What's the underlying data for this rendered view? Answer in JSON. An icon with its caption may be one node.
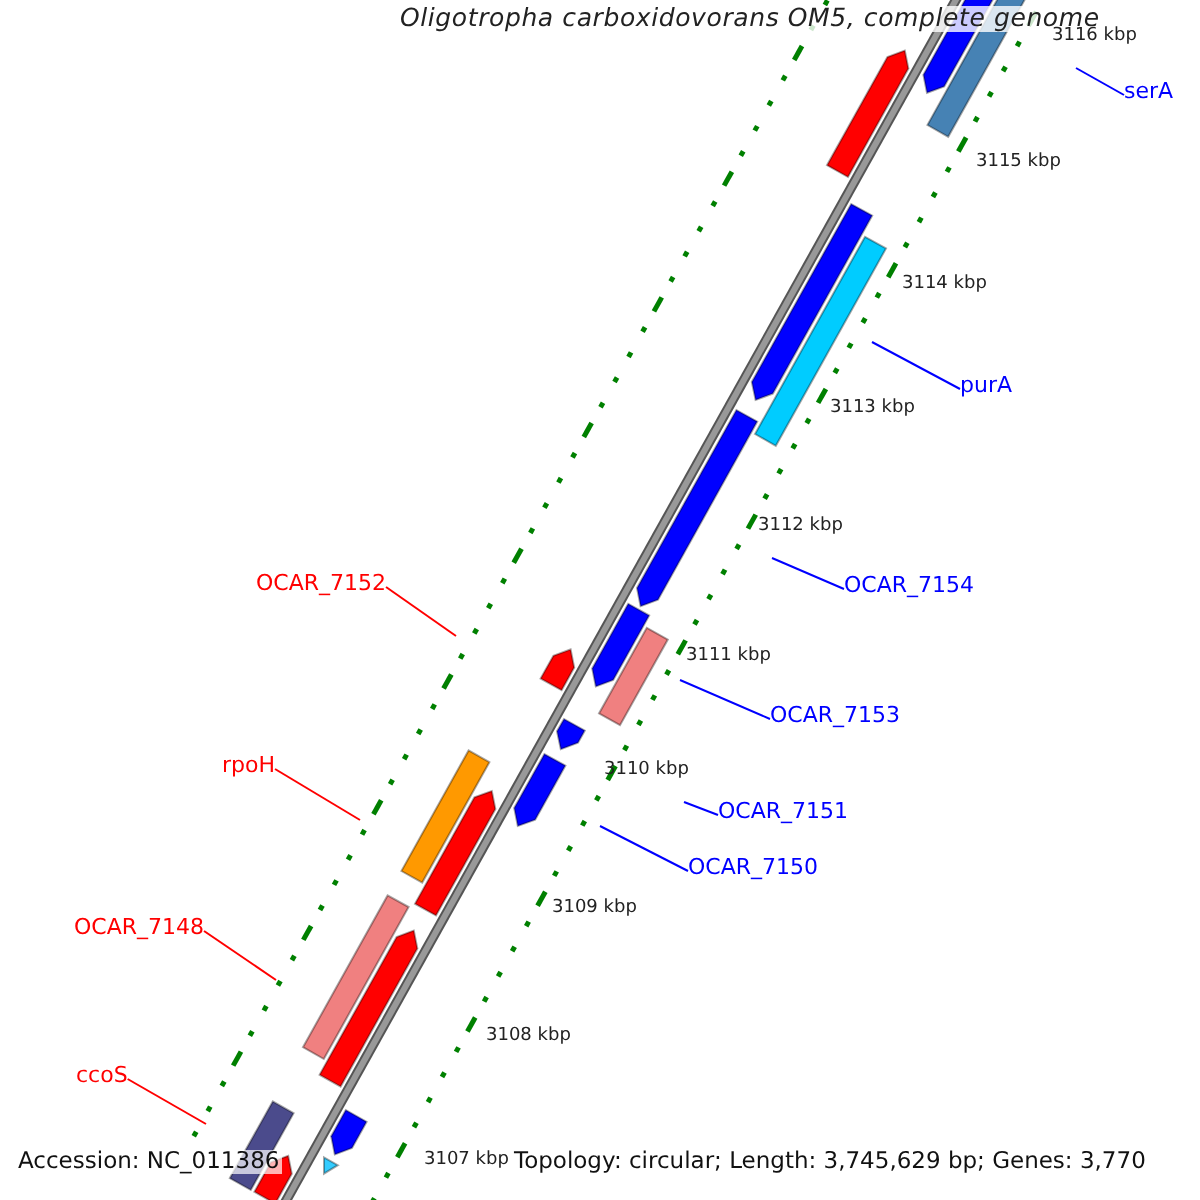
{
  "diagram": {
    "title": "Oligotropha carboxidovorans OM5, complete genome",
    "nodes": [
      {
        "text": [
          "serA"
        ]
      },
      {
        "text": [
          "purA"
        ]
      },
      {
        "text": [
          "OCAR_7154"
        ]
      },
      {
        "text": [
          "OCAR_7153"
        ]
      },
      {
        "text": [
          "OCAR_7151"
        ]
      },
      {
        "text": [
          "OCAR_7150"
        ]
      },
      {
        "text": [
          "OCAR_7152"
        ]
      },
      {
        "text": [
          "rpoH"
        ]
      },
      {
        "text": [
          "OCAR_7148"
        ]
      },
      {
        "text": [
          "ccoS"
        ]
      }
    ],
    "edges": [
      {
        "from": 0,
        "to": null,
        "arrow": "none"
      },
      {
        "from": 1,
        "to": null,
        "arrow": "none"
      },
      {
        "from": 2,
        "to": null,
        "arrow": "none"
      },
      {
        "from": 3,
        "to": null,
        "arrow": "none"
      },
      {
        "from": 4,
        "to": null,
        "arrow": "none"
      },
      {
        "from": 5,
        "to": null,
        "arrow": "none"
      },
      {
        "from": 6,
        "to": null,
        "arrow": "none",
        "color": "#ff0000"
      },
      {
        "from": 7,
        "to": null,
        "arrow": "none",
        "color": "#ff0000"
      },
      {
        "from": 8,
        "to": null,
        "arrow": "none",
        "color": "#ff0000"
      },
      {
        "from": 9,
        "to": null,
        "arrow": "none",
        "color": "#ff0000"
      }
    ],
    "labels": [
      "3116 kbp",
      "3115 kbp",
      "3114 kbp",
      "3113 kbp",
      "3112 kbp",
      "3111 kbp",
      "3110 kbp",
      "3109 kbp",
      "3108 kbp",
      "3107 kbp",
      "Accession: NC_011386",
      "Topology: circular; Length: 3,745,629 bp; Genes: 3,770"
    ]
  }
}
